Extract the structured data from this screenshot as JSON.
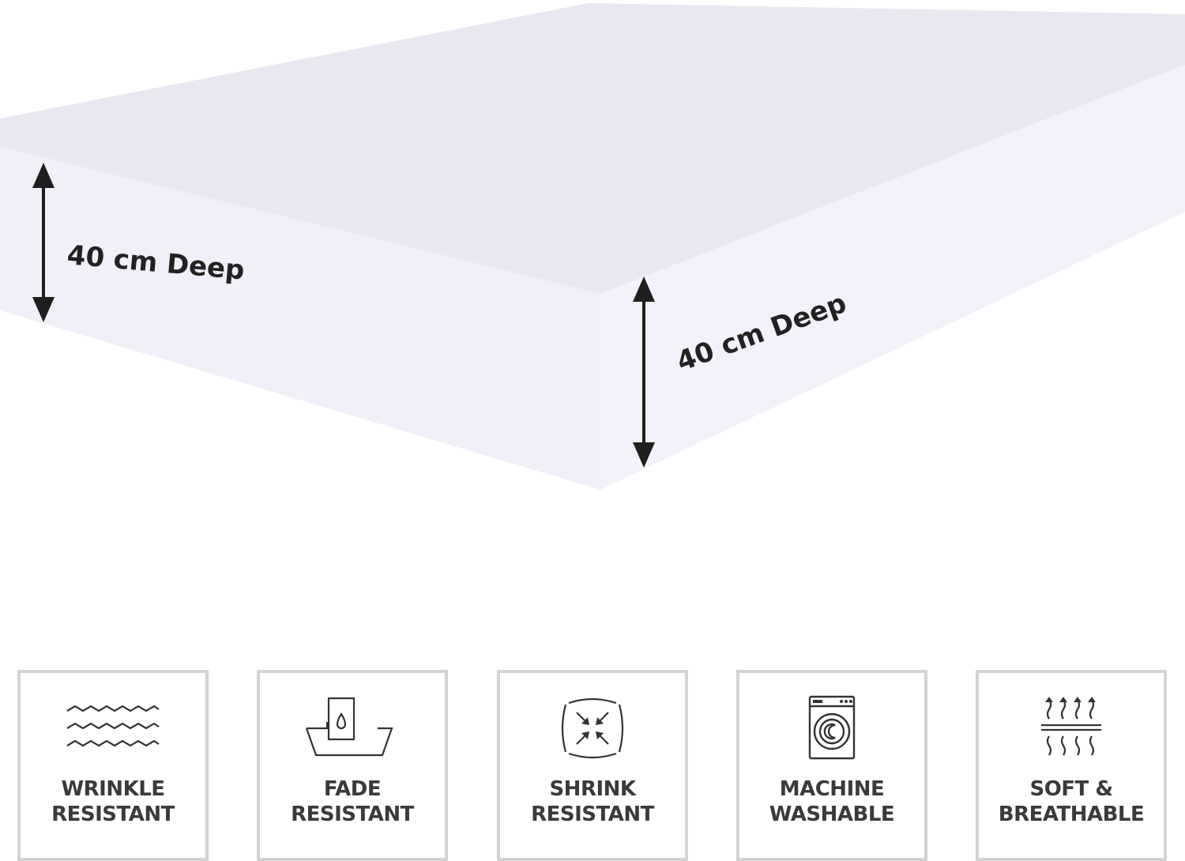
{
  "dimensions": {
    "left_depth_label": "40 cm Deep",
    "front_depth_label": "40 cm Deep"
  },
  "features": [
    {
      "icon": "wrinkle-icon",
      "line1": "WRINKLE",
      "line2": "RESISTANT"
    },
    {
      "icon": "fade-icon",
      "line1": "FADE",
      "line2": "RESISTANT"
    },
    {
      "icon": "shrink-icon",
      "line1": "SHRINK",
      "line2": "RESISTANT"
    },
    {
      "icon": "washing-machine-icon",
      "line1": "MACHINE",
      "line2": "WASHABLE"
    },
    {
      "icon": "breathable-icon",
      "line1": "SOFT &",
      "line2": "BREATHABLE"
    }
  ],
  "colors": {
    "mattress_top": "#e9e9f1",
    "mattress_side_left": "#f1f1f9",
    "mattress_side_front": "#f3f3fb",
    "arrow": "#1f1f1f",
    "card_border": "#d3d3d3",
    "feature_text": "#3a3a3a"
  }
}
